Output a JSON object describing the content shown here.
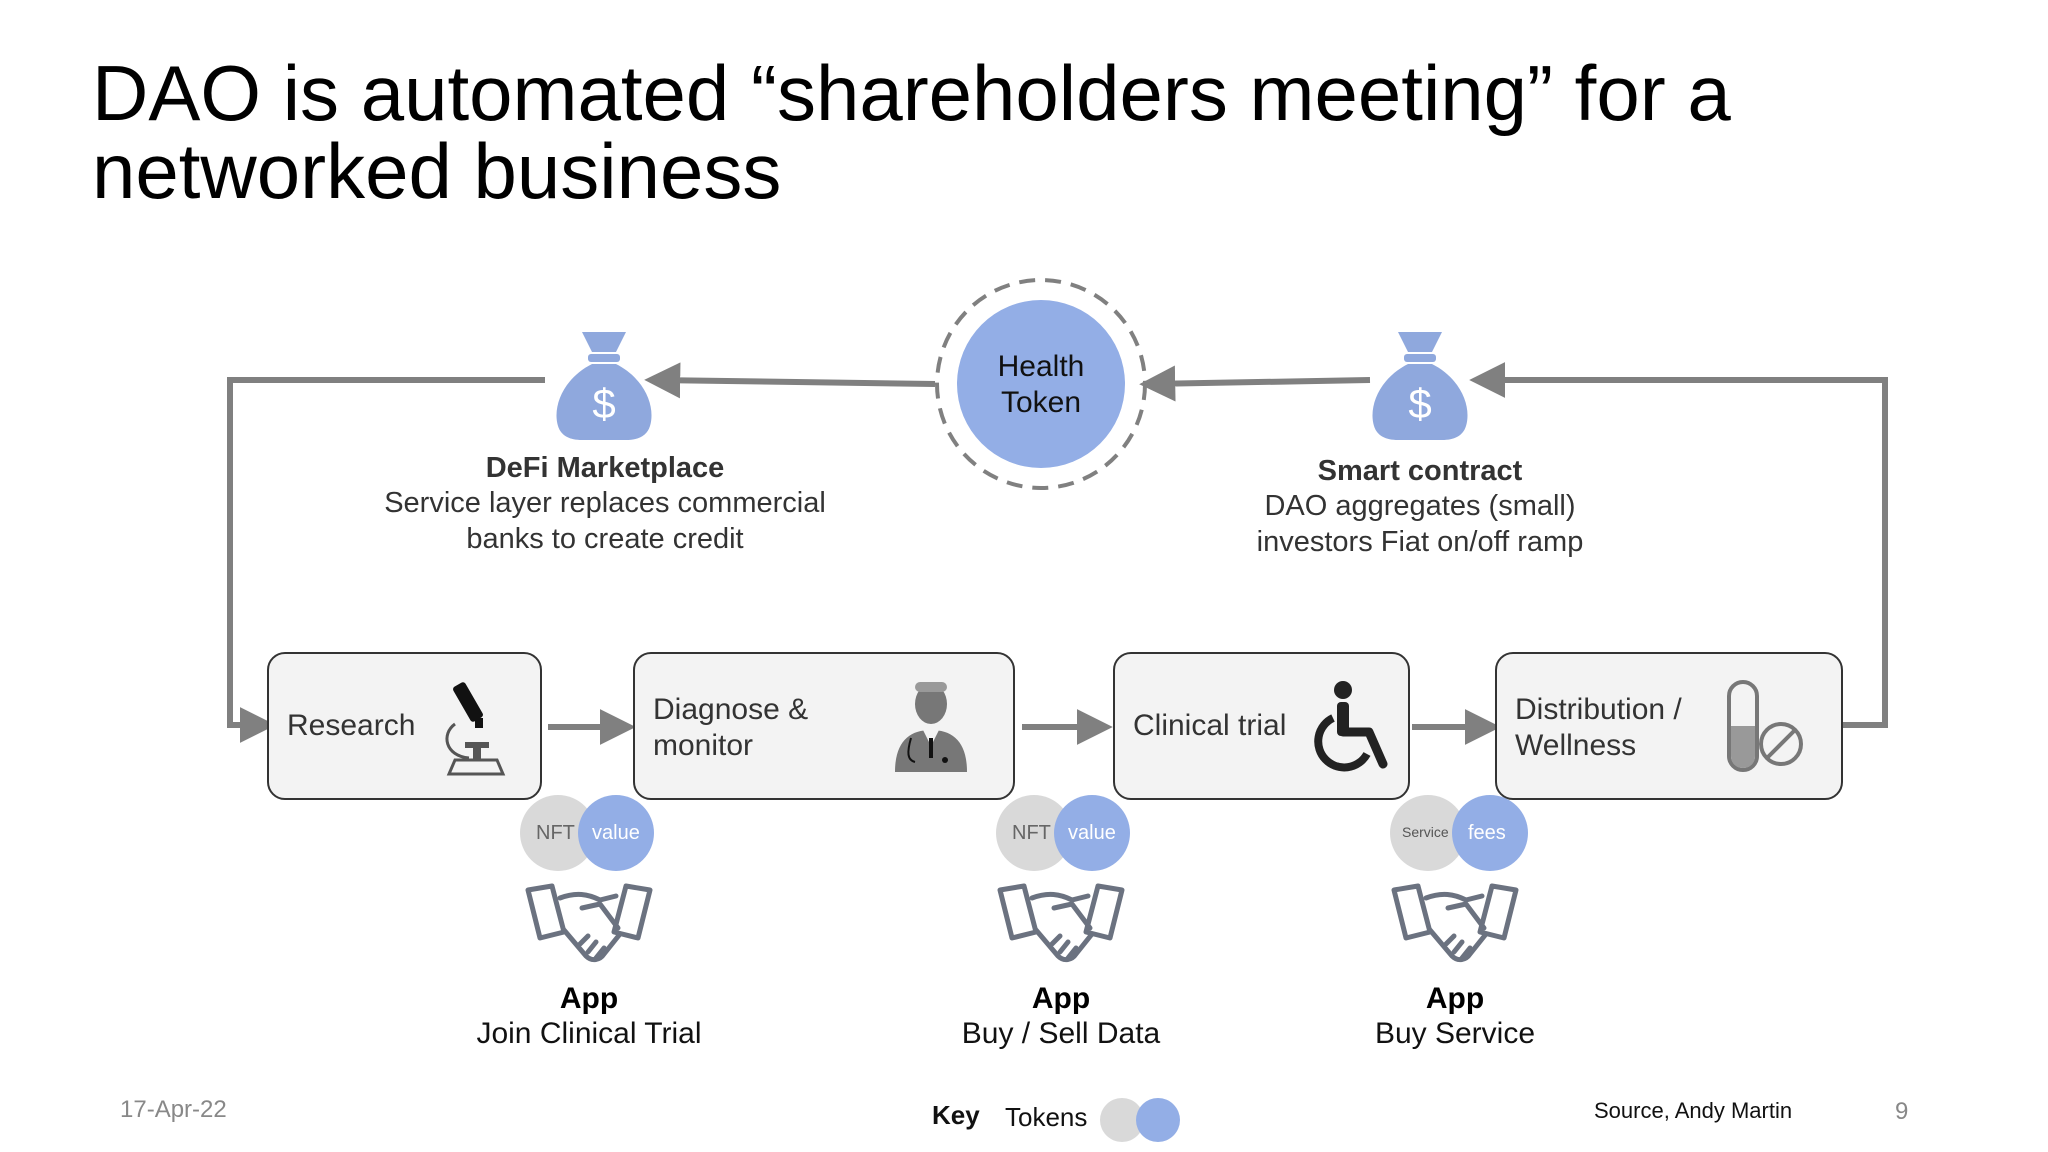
{
  "title": "DAO is automated “shareholders meeting” for a networked business",
  "center_token": {
    "line1": "Health",
    "line2": "Token",
    "color": "#93aee6"
  },
  "defi": {
    "title": "DeFi Marketplace",
    "line1": "Service layer replaces commercial",
    "line2": "banks to create credit",
    "icon": "money-bag-icon"
  },
  "smart_contract": {
    "title": "Smart contract",
    "line1": "DAO aggregates (small)",
    "line2": "investors Fiat on/off ramp",
    "icon": "money-bag-icon"
  },
  "stages": [
    {
      "line1": "Research",
      "line2": "",
      "icon": "microscope-icon"
    },
    {
      "line1": "Diagnose &",
      "line2": "monitor",
      "icon": "doctor-icon"
    },
    {
      "line1": "Clinical trial",
      "line2": "",
      "icon": "wheelchair-icon"
    },
    {
      "line1": "Distribution /",
      "line2": "Wellness",
      "icon": "pill-icon"
    }
  ],
  "tokens": [
    {
      "left": "NFT",
      "right": "value"
    },
    {
      "left": "NFT",
      "right": "value"
    },
    {
      "left": "Service",
      "right": "fees"
    }
  ],
  "apps": [
    {
      "title": "App",
      "subtitle": "Join Clinical Trial",
      "icon": "handshake-icon"
    },
    {
      "title": "App",
      "subtitle": "Buy / Sell Data",
      "icon": "handshake-icon"
    },
    {
      "title": "App",
      "subtitle": "Buy Service",
      "icon": "handshake-icon"
    }
  ],
  "footer": {
    "date": "17-Apr-22",
    "key_label": "Key",
    "tokens_label": "Tokens",
    "source": "Source, Andy Martin",
    "page": "9"
  },
  "colors": {
    "token_blue": "#93aee6",
    "token_grey": "#d9d9d9",
    "arrow": "#808080",
    "bag": "#8fa8dd"
  }
}
